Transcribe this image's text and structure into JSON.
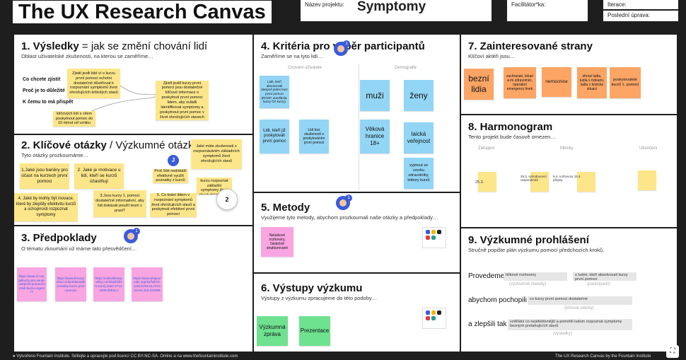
{
  "header": {
    "title": "The UX Research Canvas",
    "project_label": "Název projektu:",
    "project_value": "Symptomy",
    "facilitator_label": "Facilitátor*ka:",
    "iteration_label": "Iterace:",
    "last_edit_label": "Poslední úprava:"
  },
  "s1": {
    "title": "1. Výsledky",
    "title_rest": " = jak se změní chování lidí",
    "sub": "Oblast uživatelské zkušenosti, na kterou se zaměříme…",
    "want": "Co chcete zjistit",
    "why": "Proč je to důležité",
    "goal": "K čemu to má přispět",
    "n1": "Zjistit jestli lidé ví o kurzu první pomoci ochotni dostatečně důvěřovat k rozpoznání symptomů život ohrožujících kritických stavů",
    "n2": "Zjistit jestli kurzy první pomoci jsou dostatečné klíčové informace o poskytnutí první pomoci lidem, aby zvládli identifikovat symptomy a poskytnout první pomoc v život ohrožujících stavech",
    "n3": "Sledovat zapojení klíčových lidí s cílem poskytnout pomoc do 10 minut od vzniku stavu"
  },
  "s2": {
    "title": "2. Klíčové otázky",
    "title_rest": " / Výzkumné otázky",
    "sub": "Tyto otázky prozkoumáme…",
    "n1": "1.Jaké jsou bariéry pro účast na kurzech první pomoci",
    "n2": "2. Jaké je motivace u lidí, kteří se kurzů účastňují",
    "n3": "3.Jsou kurzy 1. pomoci dostatečně informativní, aby lidi dokázali použít teorii v praxi?",
    "n4": "4. Jaké by mohly být inovace, které by zlepšily efektivitu kurzů a schopnosti rozpoznat symptomy",
    "n5": "Jaké máte zkušenosti s rozpoznáváním základních symptomů život ohrožujících stavů",
    "n6": "Proč lidé nedokáží efektivně využít poznatky z kurzů",
    "n7": "5. Co brání lidem v rozpoznání symptomů život ohrožujících stavů a poskytnutí efektivní první pomoci",
    "n8": "Dokáží lidé po kurzu rozpoznat základní symptomy život ohrožujících stavů",
    "c1": "J",
    "c2": "2"
  },
  "s3": {
    "title": "3. Předpoklady",
    "sub": "O tématu zkoumání už máme tato přesvědčení…",
    "n1": "https://www.cl.cus.ta/kurzy-pro-verejnost/prvni-pomoc/rozsah-kurzu-urgentni",
    "n2": "https://www.ferozyzdravi.cz/problematika-kvality-kurzu-prvni-pomoci",
    "n3": "https://onlinelibrary.wiley.com/doi/full/10.1111/j.1553-2712.2009.00531.x",
    "n4": "https://www.ahajournals.org/doi/full/10.1161/CIRCULATIONAHA.119.042595"
  },
  "s4": {
    "title": "4. Kritéria pro výběr participantů",
    "sub": "Zaměříme se na tyto lidi…",
    "col1": "Chování uživatele",
    "col2": "Demografie",
    "b1": "Lidé, kteří absolvovali alespoň jeden kurz první pomoci (ROSP, autoškola, kurzy ČK kurzy)",
    "b2": "Lidi, kteří již poskytovali první pomoc",
    "b3": "Lidi bez zkušeností s poskytováním první pomoci",
    "b4": "muži",
    "b5": "ženy",
    "b6": "Věková hranice 18+",
    "b7": "laická veřejnost",
    "b8": "vyjmout ze vzorku zdravotníky, lektory kurzů"
  },
  "s5": {
    "title": "5. Metody",
    "sub": "Využijeme tyto metody, abychom prozkoumali naše otázky a předpoklady…",
    "n1": "Neúskové rozhovory, částečně strukturované"
  },
  "s6": {
    "title": "6. Výstupy výzkumu",
    "sub": "Výstupy z výzkumu zpracujeme do této podoby…",
    "n1": "Výzkumná zpráva",
    "n2": "Prezentace"
  },
  "s7": {
    "title": "7. Zainteresované strany",
    "sub": "Klíčoví aktéři jsou…",
    "n1": "bezní lidia",
    "n2": "zachranari, lekari a ini zdravotnici, operatori emergency linek",
    "n3": "nemocnice",
    "n4": "ohrozi ludia, ludia s rizikami, ludia v krizicke situaci",
    "n5": "poskytovatelé kurzů 1. pomoci"
  },
  "s8": {
    "title": "8. Harmonogram",
    "sub": "Tento projekt bude časově omezen…",
    "l1": "Zahájení",
    "l2": "Milníky",
    "l3": "Ukončení",
    "d1": "25.3.",
    "d2": "28.3. vyhodnocení respondentů",
    "d3": "8.4. rozhovory 15.4. přepsy"
  },
  "s9": {
    "title": "9. Výzkumné prohlášení",
    "sub": "Stručně popište plán výzkumu pomocí předchozích kroků.",
    "r1": "Provedeme",
    "r1f": "hlíkové rozhovory",
    "r1l": "(výzkumné metody)",
    "r1f2": "s ludmi, kteří absolvovali kurzy první pomoci",
    "r1l2": "(participanti)",
    "r2": "abychom pochopili",
    "r2f": "co kurzy první pomoci dostatečné",
    "r2l": "(klíčové otázky)",
    "r3": "a zlepšili tak",
    "r3f": "vzdělání co nejefektivnější a pomohli ludom rozpoznat symptomy bezných pretahujících stavů",
    "r3l": "(výsledky)"
  },
  "footer": {
    "left": "● Vytvořeno Fountain Institute. Sdílejte a upravujte pod licencí CC BY-NC-SA. Online a na www.thefountaininstitute.com",
    "right": "The UX Research Canvas by the Fountain Institute"
  }
}
